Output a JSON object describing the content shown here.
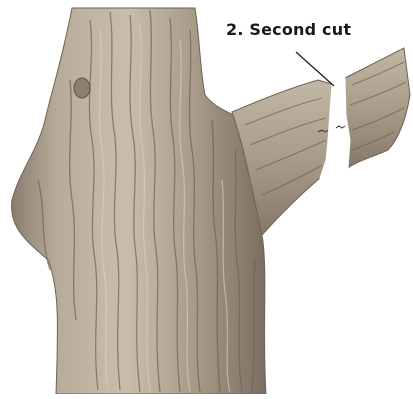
{
  "annotation": {
    "label": "2. Second cut"
  },
  "colors": {
    "bark_base": "#a89c8e",
    "bark_shadow": "#6f6255",
    "bark_highlight": "#cfc4b3",
    "cut_face": "#ffffff",
    "text": "#1a1a1a"
  },
  "icons": [
    "tree-trunk-illustration",
    "branch-illustration",
    "second-cut-gap",
    "callout-leader-line"
  ]
}
